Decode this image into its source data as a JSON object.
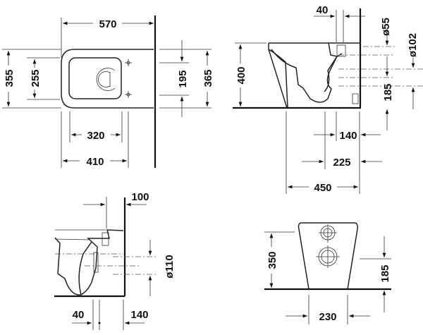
{
  "top_view": {
    "width": "570",
    "depth_outer": "355",
    "depth_inner": "255",
    "fix_spacing": "195",
    "wall_width": "365",
    "fix_to_front": "320",
    "seat_length": "410"
  },
  "side_view": {
    "top_offset": "40",
    "dia_inlet": "ø55",
    "dia_flush": "ø102",
    "height": "400",
    "outlet_height": "185",
    "outlet_from_wall": "140",
    "dim_225": "225",
    "depth": "450"
  },
  "wall_outlet_view": {
    "wall_offset": "100",
    "dia_outlet": "ø110",
    "dim_40": "40",
    "dim_140": "140"
  },
  "rear_view": {
    "height": "350",
    "outlet_height": "185",
    "base_width": "230"
  }
}
